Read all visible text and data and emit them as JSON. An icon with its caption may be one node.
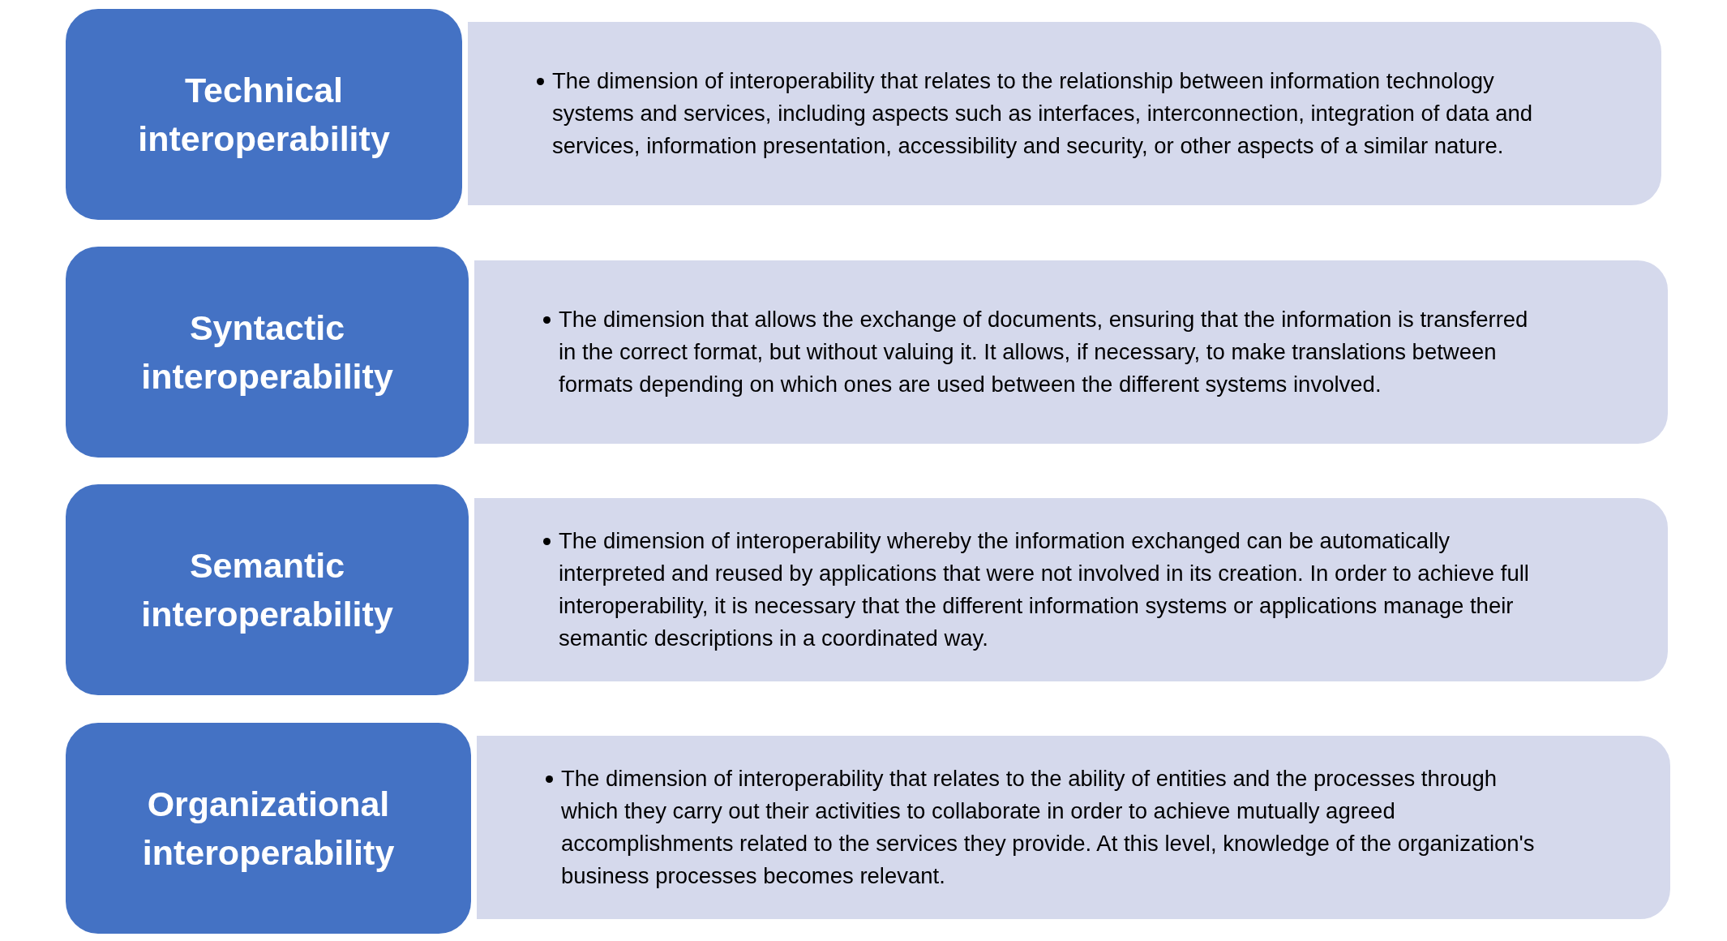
{
  "diagram": {
    "nodes": [
      {
        "text": [
          "Technical interoperability"
        ]
      },
      {
        "text": [
          "The dimension of interoperability that relates to the relationship between information technology systems and services, including aspects such as interfaces, interconnection, integration of data and services, information presentation, accessibility and security, or other aspects of a similar nature."
        ]
      },
      {
        "text": [
          "Syntactic interoperability"
        ]
      },
      {
        "text": [
          "The dimension that allows the exchange of documents, ensuring that the information is transferred in the correct format, but without valuing it. It allows, if necessary, to make translations between formats depending on which ones are used between the different systems involved."
        ]
      },
      {
        "text": [
          "Semantic interoperability"
        ]
      },
      {
        "text": [
          "The dimension of interoperability whereby the information exchanged can be automatically interpreted and reused by applications that were not involved in its creation. In order to achieve full interoperability, it is necessary that the different information systems or applications manage their semantic descriptions in a coordinated way."
        ]
      },
      {
        "text": [
          "Organizational interoperability"
        ]
      },
      {
        "text": [
          "The dimension of interoperability that relates to the ability of entities and the processes through which they carry out their activities to collaborate in order to achieve mutually agreed accomplishments related to the services they provide. At this level, knowledge of the organization's business processes becomes relevant."
        ]
      }
    ]
  }
}
